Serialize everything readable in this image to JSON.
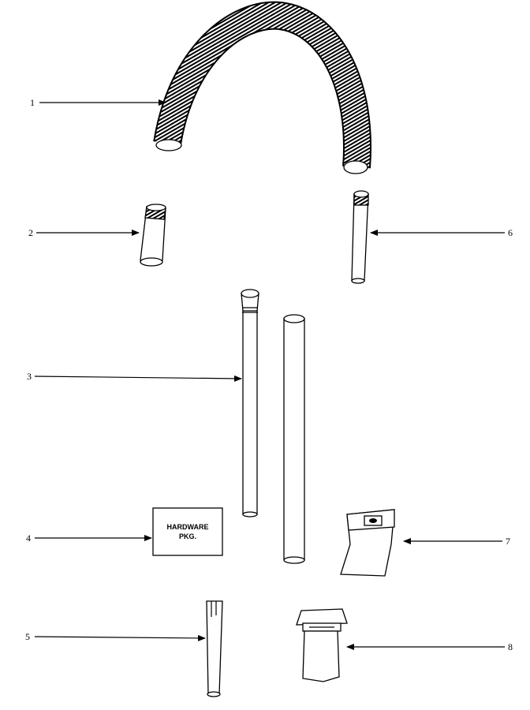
{
  "callouts": [
    "1",
    "2",
    "3",
    "4",
    "5",
    "6",
    "7",
    "8"
  ],
  "hardware_box": {
    "line1": "HARDWARE",
    "line2": "PKG."
  },
  "colors": {
    "ink": "#000000",
    "paper": "#ffffff"
  }
}
